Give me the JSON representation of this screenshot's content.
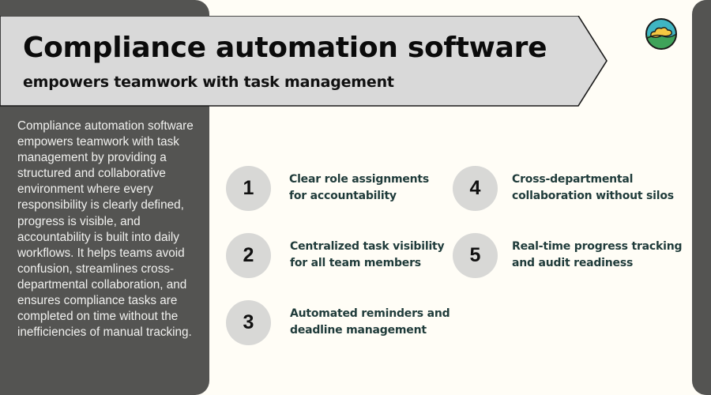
{
  "banner": {
    "title": "Compliance automation software",
    "subtitle": "empowers teamwork with task management"
  },
  "logo": {
    "icon": "cloud-landscape-logo-icon"
  },
  "description": "Compliance automation software empowers teamwork with task management by providing a structured and collaborative environment where every responsibility is clearly defined, progress is visible, and accountability is built into daily workflows. It helps teams avoid confusion, streamlines cross-departmental collaboration, and ensures compliance tasks are completed on time without the inefficiencies of manual tracking.",
  "items": [
    {
      "number": "1",
      "line1": "Clear role assignments",
      "line2": "for accountability"
    },
    {
      "number": "2",
      "line1": "Centralized task visibility",
      "line2": "for all team members"
    },
    {
      "number": "3",
      "line1": "Automated reminders and",
      "line2": "deadline management"
    },
    {
      "number": "4",
      "line1": "Cross-departmental",
      "line2": "collaboration without silos"
    },
    {
      "number": "5",
      "line1": "Real-time progress tracking",
      "line2": "and audit readiness"
    }
  ],
  "colors": {
    "panel": "#545452",
    "background": "#fffdf6",
    "banner": "#d9d9d9",
    "circle": "#d8d8d6",
    "item_text": "#1f3b3a"
  }
}
